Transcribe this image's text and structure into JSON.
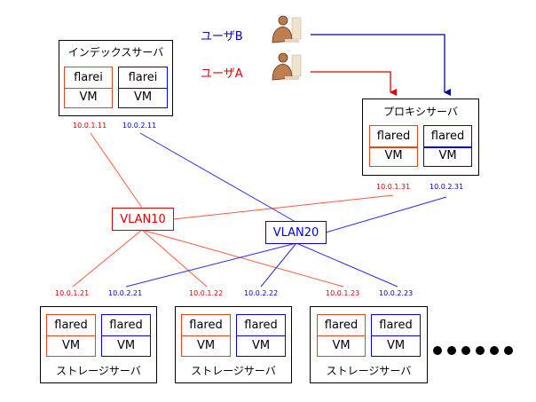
{
  "colors": {
    "vlan10": "#e8441a",
    "vlan20": "#0000dd",
    "arrow_red": "#e00000",
    "arrow_blue": "#0000aa"
  },
  "users": [
    {
      "label": "ユーザB",
      "color": "blue",
      "icon": "user-at-computer-icon"
    },
    {
      "label": "ユーザA",
      "color": "red",
      "icon": "user-at-computer-icon"
    }
  ],
  "index_server": {
    "title": "インデックスサーバ",
    "vms": [
      {
        "app": "flarei",
        "base": "VM",
        "ip": "10.0.1.11",
        "vlan": "VLAN10"
      },
      {
        "app": "flarei",
        "base": "VM",
        "ip": "10.0.2.11",
        "vlan": "VLAN20"
      }
    ]
  },
  "proxy_server": {
    "title": "プロキシサーバ",
    "vms": [
      {
        "app": "flared",
        "base": "VM",
        "ip": "10.0.1.31",
        "vlan": "VLAN10"
      },
      {
        "app": "flared",
        "base": "VM",
        "ip": "10.0.2.31",
        "vlan": "VLAN20"
      }
    ]
  },
  "vlans": [
    {
      "label": "VLAN10",
      "color": "red"
    },
    {
      "label": "VLAN20",
      "color": "blue"
    }
  ],
  "storage_servers": [
    {
      "title": "ストレージサーバ",
      "vms": [
        {
          "app": "flared",
          "base": "VM",
          "ip": "10.0.1.21"
        },
        {
          "app": "flared",
          "base": "VM",
          "ip": "10.0.2.21"
        }
      ]
    },
    {
      "title": "ストレージサーバ",
      "vms": [
        {
          "app": "flared",
          "base": "VM",
          "ip": "10.0.1.22"
        },
        {
          "app": "flared",
          "base": "VM",
          "ip": "10.0.2.22"
        }
      ]
    },
    {
      "title": "ストレージサーバ",
      "vms": [
        {
          "app": "flared",
          "base": "VM",
          "ip": "10.0.1.23"
        },
        {
          "app": "flared",
          "base": "VM",
          "ip": "10.0.2.23"
        }
      ]
    }
  ],
  "continuation": {
    "icon": "ellipsis-dots-icon",
    "count": 6
  }
}
